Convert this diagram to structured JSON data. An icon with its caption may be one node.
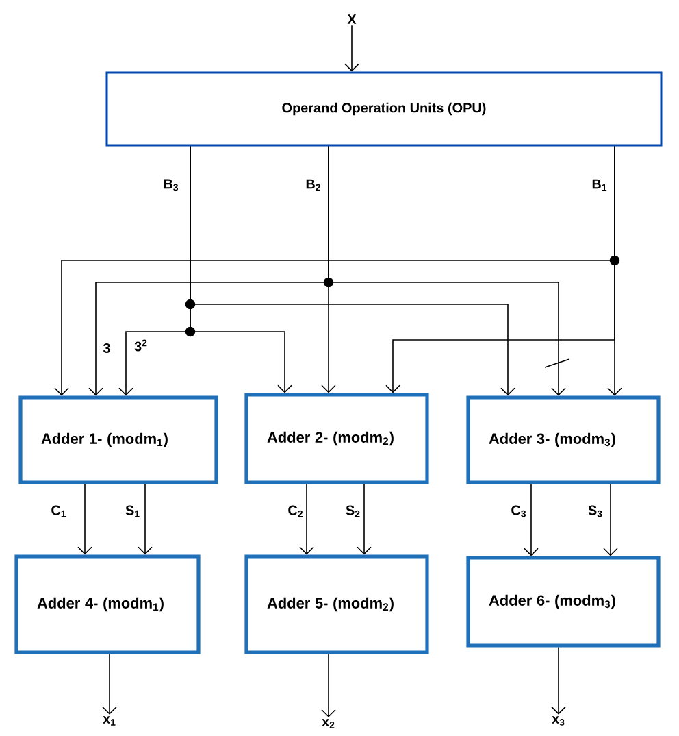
{
  "diagram": {
    "nodes": [
      {
        "text": [
          "X"
        ]
      },
      {
        "text": [
          "Operand Operation Units (OPU)"
        ]
      },
      {
        "text": [
          "Adder 1- (modm$_{1}$)"
        ]
      },
      {
        "text": [
          "Adder 2- (modm$_{2}$)"
        ]
      },
      {
        "text": [
          "Adder 3- (modm$_{3}$)"
        ]
      },
      {
        "text": [
          "Adder 4- (modm$_{1}$)"
        ]
      },
      {
        "text": [
          "Adder 5- (modm$_{2}$)"
        ]
      },
      {
        "text": [
          "Adder 6- (modm$_{3}$)"
        ]
      },
      {
        "text": [
          "x$_{1}$"
        ]
      },
      {
        "text": [
          "x$_{2}$"
        ]
      },
      {
        "text": [
          "x$_{3}$"
        ]
      }
    ],
    "edges": [
      {
        "from": 0,
        "to": 1,
        "arrow": "to"
      },
      {
        "from": 1,
        "to": 2,
        "arrow": "to",
        "label": "3$^{2}$"
      },
      {
        "from": 1,
        "to": 3,
        "arrow": "to"
      },
      {
        "from": 1,
        "to": 4,
        "arrow": "to"
      },
      {
        "from": 1,
        "to": 2,
        "arrow": "to",
        "label": "3"
      },
      {
        "from": 1,
        "to": 3,
        "arrow": "to"
      },
      {
        "from": 1,
        "to": 4,
        "arrow": "to"
      },
      {
        "from": 1,
        "to": 2,
        "arrow": "to"
      },
      {
        "from": 1,
        "to": 3,
        "arrow": "to"
      },
      {
        "from": 1,
        "to": 4,
        "arrow": "to"
      },
      {
        "from": 2,
        "to": 5,
        "arrow": "to",
        "label": "C$_{1}$"
      },
      {
        "from": 2,
        "to": 5,
        "arrow": "to",
        "label": "S$_{1}$"
      },
      {
        "from": 3,
        "to": 6,
        "arrow": "to",
        "label": "C$_{2}$"
      },
      {
        "from": 3,
        "to": 6,
        "arrow": "to",
        "label": "S$_{2}$"
      },
      {
        "from": 4,
        "to": 7,
        "arrow": "to",
        "label": "C$_{3}$"
      },
      {
        "from": 4,
        "to": 7,
        "arrow": "to",
        "label": "S$_{3}$"
      },
      {
        "from": 5,
        "to": 8,
        "arrow": "to"
      },
      {
        "from": 6,
        "to": 9,
        "arrow": "to"
      },
      {
        "from": 7,
        "to": 10,
        "arrow": "to"
      }
    ],
    "labels": [
      "B$_{3}$",
      "B$_{2}$",
      "B$_{1}$"
    ]
  }
}
